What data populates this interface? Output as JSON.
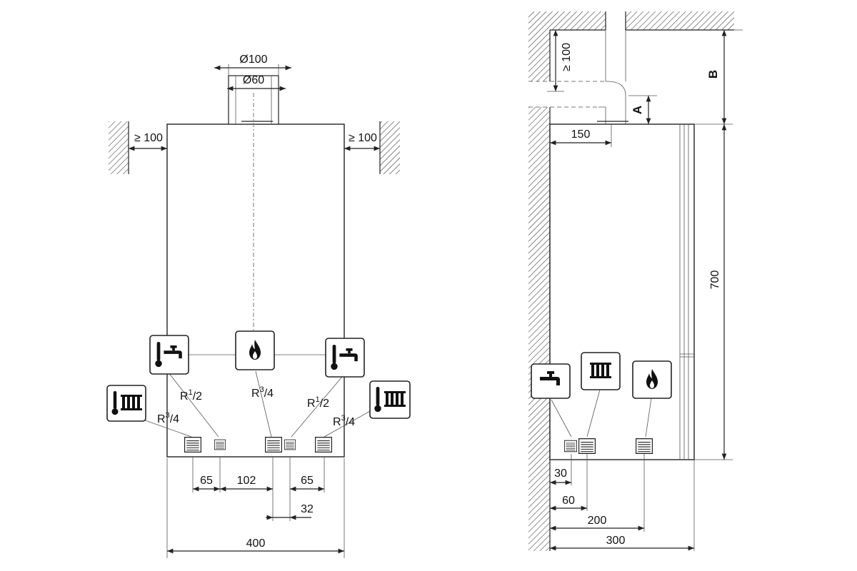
{
  "front_view": {
    "dim_flue_outer": "Ø100",
    "dim_flue_inner": "Ø60",
    "clearance_left": "≥ 100",
    "clearance_right": "≥ 100",
    "conn_dhw_left": {
      "prefix": "R",
      "sup": "1",
      "rest": "/2"
    },
    "conn_gas": {
      "prefix": "R",
      "sup": "3",
      "rest": "/4"
    },
    "conn_dhw_right": {
      "prefix": "R",
      "sup": "1",
      "rest": "/2"
    },
    "conn_heat_left": {
      "prefix": "R",
      "sup": "3",
      "rest": "/4"
    },
    "conn_heat_right": {
      "prefix": "R",
      "sup": "3",
      "rest": "/4"
    },
    "dim_65_left": "65",
    "dim_102": "102",
    "dim_65_right": "65",
    "dim_32": "32",
    "dim_width": "400"
  },
  "side_view": {
    "dim_ceiling": "≥ 100",
    "label_a": "A",
    "label_b": "B",
    "dim_150": "150",
    "dim_height": "700",
    "dim_30": "30",
    "dim_60": "60",
    "dim_200": "200",
    "dim_depth": "300"
  },
  "icons": [
    "hot-water-thermometer-icon",
    "gas-flame-icon",
    "radiator-thermometer-icon",
    "tap-icon",
    "radiator-icon"
  ]
}
